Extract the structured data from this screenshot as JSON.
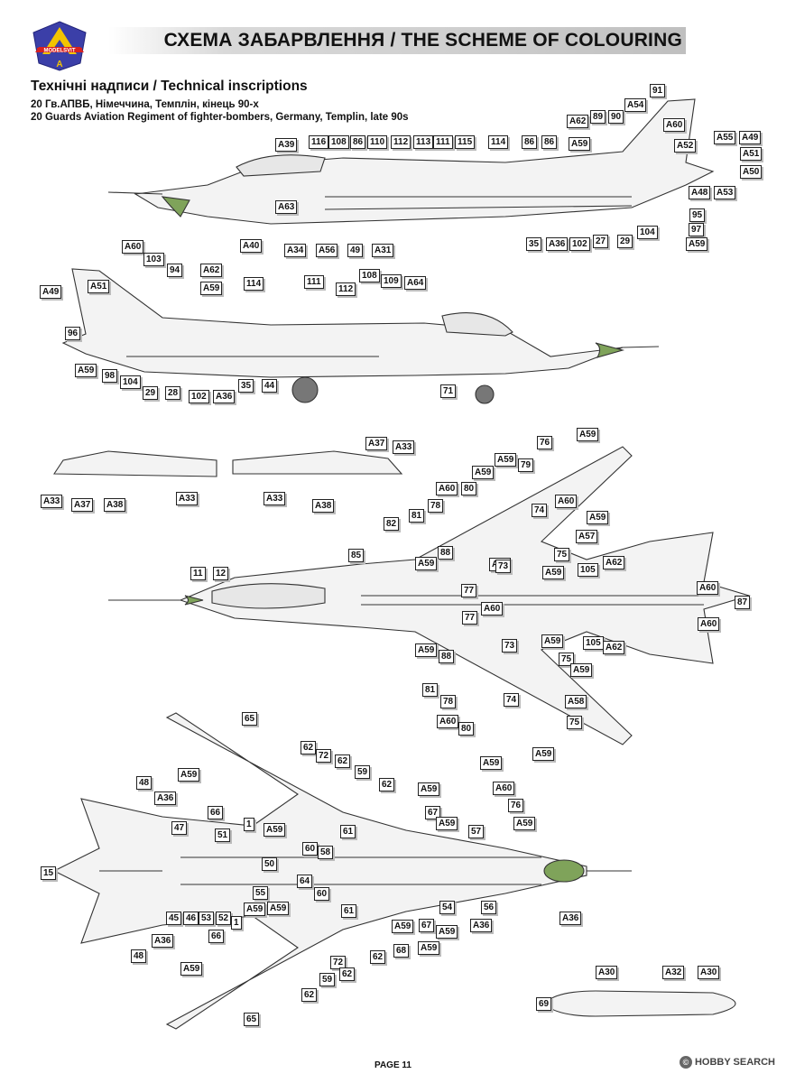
{
  "header": {
    "title": "СХЕМА ЗАБАРВЛЕННЯ / THE SCHEME OF COLOURING",
    "logo_text": "MODELSVIT",
    "logo_letter": "A"
  },
  "section": {
    "title": "Технічні надписи / Technical inscriptions",
    "subtitle_ua": "20 Гв.АПВБ, Німеччина, Темплін, кінець 90-х",
    "subtitle_en": "20 Guards Aviation Regiment of fighter-bombers, Germany, Templin, late 90s"
  },
  "labels": [
    {
      "t": "A39"
    },
    {
      "t": "116"
    },
    {
      "t": "108"
    },
    {
      "t": "86"
    },
    {
      "t": "110"
    },
    {
      "t": "112"
    },
    {
      "t": "113"
    },
    {
      "t": "111"
    },
    {
      "t": "115"
    },
    {
      "t": "114"
    },
    {
      "t": "86"
    },
    {
      "t": "86"
    },
    {
      "t": "A59"
    },
    {
      "t": "A62"
    },
    {
      "t": "89"
    },
    {
      "t": "90"
    },
    {
      "t": "A54"
    },
    {
      "t": "91"
    },
    {
      "t": "A60"
    },
    {
      "t": "A52"
    },
    {
      "t": "A55"
    },
    {
      "t": "A49"
    },
    {
      "t": "A51"
    },
    {
      "t": "A50"
    },
    {
      "t": "A53"
    },
    {
      "t": "A48"
    },
    {
      "t": "95"
    },
    {
      "t": "97"
    },
    {
      "t": "A59"
    },
    {
      "t": "104"
    },
    {
      "t": "29"
    },
    {
      "t": "27"
    },
    {
      "t": "102"
    },
    {
      "t": "A36"
    },
    {
      "t": "35"
    },
    {
      "t": "A63"
    },
    {
      "t": "A40"
    },
    {
      "t": "A34"
    },
    {
      "t": "A56"
    },
    {
      "t": "49"
    },
    {
      "t": "A31"
    },
    {
      "t": "A60"
    },
    {
      "t": "103"
    },
    {
      "t": "94"
    },
    {
      "t": "A62"
    },
    {
      "t": "A49"
    },
    {
      "t": "A51"
    },
    {
      "t": "A59"
    },
    {
      "t": "114"
    },
    {
      "t": "111"
    },
    {
      "t": "112"
    },
    {
      "t": "108"
    },
    {
      "t": "109"
    },
    {
      "t": "A64"
    },
    {
      "t": "96"
    },
    {
      "t": "A59"
    },
    {
      "t": "98"
    },
    {
      "t": "104"
    },
    {
      "t": "29"
    },
    {
      "t": "28"
    },
    {
      "t": "102"
    },
    {
      "t": "A36"
    },
    {
      "t": "35"
    },
    {
      "t": "44"
    },
    {
      "t": "71"
    },
    {
      "t": "A37"
    },
    {
      "t": "A33"
    },
    {
      "t": "A33"
    },
    {
      "t": "A37"
    },
    {
      "t": "A38"
    },
    {
      "t": "A33"
    },
    {
      "t": "A33"
    },
    {
      "t": "A38"
    },
    {
      "t": "76"
    },
    {
      "t": "A59"
    },
    {
      "t": "79"
    },
    {
      "t": "A59"
    },
    {
      "t": "A59"
    },
    {
      "t": "80"
    },
    {
      "t": "A60"
    },
    {
      "t": "A60"
    },
    {
      "t": "78"
    },
    {
      "t": "74"
    },
    {
      "t": "A59"
    },
    {
      "t": "81"
    },
    {
      "t": "82"
    },
    {
      "t": "A57"
    },
    {
      "t": "88"
    },
    {
      "t": "75"
    },
    {
      "t": "A59"
    },
    {
      "t": "85"
    },
    {
      "t": "A59"
    },
    {
      "t": "73"
    },
    {
      "t": "A59"
    },
    {
      "t": "105"
    },
    {
      "t": "A62"
    },
    {
      "t": "12"
    },
    {
      "t": "11"
    },
    {
      "t": "77"
    },
    {
      "t": "A60"
    },
    {
      "t": "87"
    },
    {
      "t": "A60"
    },
    {
      "t": "A60"
    },
    {
      "t": "77"
    },
    {
      "t": "A59"
    },
    {
      "t": "105"
    },
    {
      "t": "A62"
    },
    {
      "t": "73"
    },
    {
      "t": "A59"
    },
    {
      "t": "75"
    },
    {
      "t": "88"
    },
    {
      "t": "A59"
    },
    {
      "t": "81"
    },
    {
      "t": "74"
    },
    {
      "t": "78"
    },
    {
      "t": "A58"
    },
    {
      "t": "A60"
    },
    {
      "t": "80"
    },
    {
      "t": "75"
    },
    {
      "t": "A59"
    },
    {
      "t": "A59"
    },
    {
      "t": "A60"
    },
    {
      "t": "76"
    },
    {
      "t": "A59"
    },
    {
      "t": "65"
    },
    {
      "t": "62"
    },
    {
      "t": "72"
    },
    {
      "t": "62"
    },
    {
      "t": "59"
    },
    {
      "t": "A59"
    },
    {
      "t": "62"
    },
    {
      "t": "48"
    },
    {
      "t": "A36"
    },
    {
      "t": "A59"
    },
    {
      "t": "66"
    },
    {
      "t": "1"
    },
    {
      "t": "A59"
    },
    {
      "t": "67"
    },
    {
      "t": "A59"
    },
    {
      "t": "47"
    },
    {
      "t": "61"
    },
    {
      "t": "57"
    },
    {
      "t": "60"
    },
    {
      "t": "58"
    },
    {
      "t": "51"
    },
    {
      "t": "15"
    },
    {
      "t": "50"
    },
    {
      "t": "64"
    },
    {
      "t": "A59"
    },
    {
      "t": "55"
    },
    {
      "t": "54"
    },
    {
      "t": "56"
    },
    {
      "t": "A36"
    },
    {
      "t": "A36"
    },
    {
      "t": "60"
    },
    {
      "t": "45"
    },
    {
      "t": "46"
    },
    {
      "t": "53"
    },
    {
      "t": "52"
    },
    {
      "t": "A59"
    },
    {
      "t": "61"
    },
    {
      "t": "A59"
    },
    {
      "t": "67"
    },
    {
      "t": "A59"
    },
    {
      "t": "66"
    },
    {
      "t": "1"
    },
    {
      "t": "A36"
    },
    {
      "t": "68"
    },
    {
      "t": "62"
    },
    {
      "t": "A59"
    },
    {
      "t": "48"
    },
    {
      "t": "72"
    },
    {
      "t": "A59"
    },
    {
      "t": "62"
    },
    {
      "t": "59"
    },
    {
      "t": "62"
    },
    {
      "t": "65"
    },
    {
      "t": "A30"
    },
    {
      "t": "A32"
    },
    {
      "t": "A30"
    },
    {
      "t": "69"
    }
  ],
  "footer": {
    "page": "PAGE 11",
    "watermark": "HOBBY SEARCH",
    "watermark_icon": "©"
  }
}
